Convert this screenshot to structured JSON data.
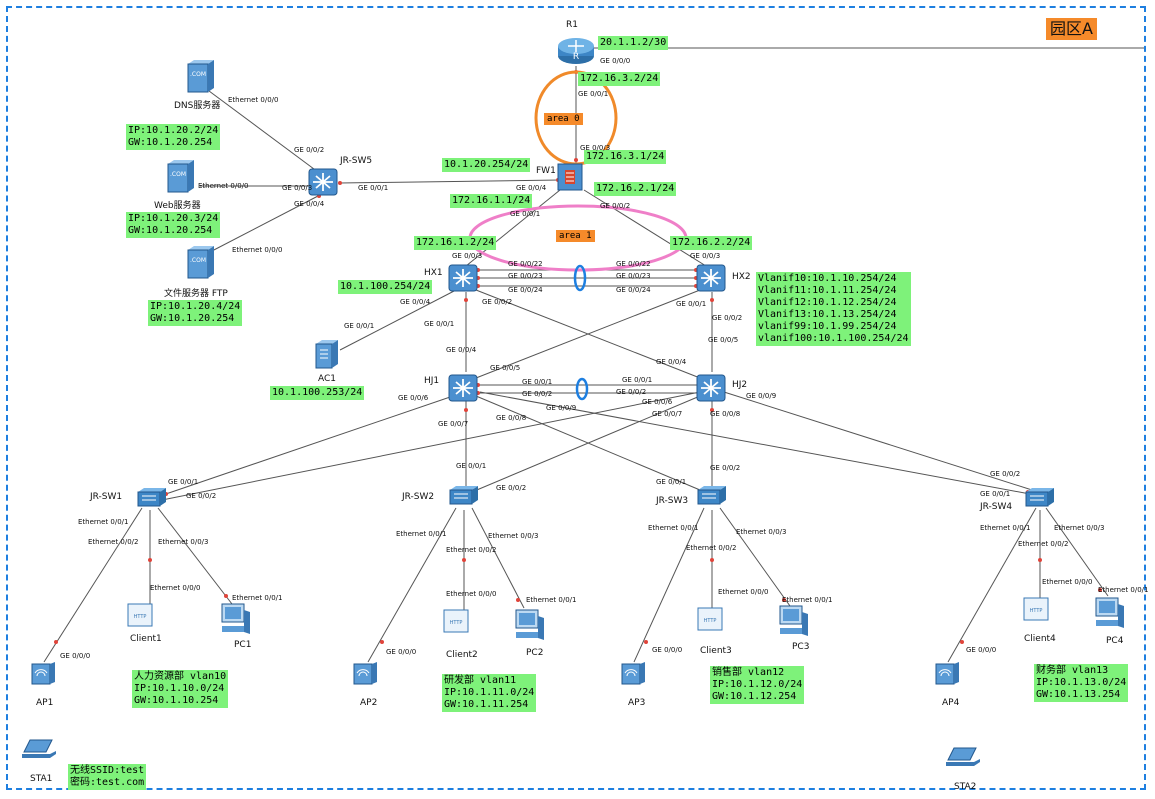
{
  "zone_label": "园区A",
  "colors": {
    "border": "#1e7fe0",
    "ip_bg": "#7ef27a",
    "area0_ring": "#f08a2a",
    "area1_ring": "#ef7fc8",
    "link_bundle": "#1e7fe0"
  },
  "devices": {
    "r1": "R1",
    "fw1": "FW1",
    "hx1": "HX1",
    "hx2": "HX2",
    "hj1": "HJ1",
    "hj2": "HJ2",
    "sw1": "JR-SW1",
    "sw2": "JR-SW2",
    "sw3": "JR-SW3",
    "sw4": "JR-SW4",
    "sw5": "JR-SW5",
    "dns": "DNS服务器",
    "web": "Web服务器",
    "ftp": "文件服务器 FTP",
    "ac1": "AC1",
    "client1": "Client1",
    "client2": "Client2",
    "client3": "Client3",
    "client4": "Client4",
    "pc1": "PC1",
    "pc2": "PC2",
    "pc3": "PC3",
    "pc4": "PC4",
    "ap1": "AP1",
    "ap2": "AP2",
    "ap3": "AP3",
    "ap4": "AP4",
    "sta1": "STA1",
    "sta2": "STA2",
    "server_badge": ".COM"
  },
  "areas": {
    "area0": "area 0",
    "area1": "area 1"
  },
  "ips": {
    "r1_wan": "20.1.1.2/30",
    "r1_lan": "172.16.3.2/24",
    "fw1_up": "172.16.3.1/24",
    "fw1_server": "10.1.20.254/24",
    "fw1_hx1": "172.16.1.1/24",
    "fw1_hx2": "172.16.2.1/24",
    "hx1_up": "172.16.1.2/24",
    "hx2_up": "172.16.2.2/24",
    "hx1_ac": "10.1.100.254/24",
    "ac1": "10.1.100.253/24",
    "dns": "IP:10.1.20.2/24\nGW:10.1.20.254",
    "web": "IP:10.1.20.3/24\nGW:10.1.20.254",
    "ftp": "IP:10.1.20.4/24\nGW:10.1.20.254",
    "vlanif": "Vlanif10:10.1.10.254/24\nVlanif11:10.1.11.254/24\nVlanif12:10.1.12.254/24\nVlanif13:10.1.13.254/24\nvlanif99:10.1.99.254/24\nvlanif100:10.1.100.254/24",
    "dept1": "人力资源部 vlan10\nIP:10.1.10.0/24\nGW:10.1.10.254",
    "dept2": "研发部 vlan11\nIP:10.1.11.0/24\nGW:10.1.11.254",
    "dept3": "销售部 vlan12\nIP:10.1.12.0/24\nGW:10.1.12.254",
    "dept4": "财务部 vlan13\nIP:10.1.13.0/24\nGW:10.1.13.254",
    "wifi": "无线SSID:test\n密码:test.com"
  },
  "ports": {
    "r1_g0": "GE 0/0/0",
    "r1_g1": "GE 0/0/1",
    "fw_g3": "GE 0/0/3",
    "fw_g4": "GE 0/0/4",
    "fw_g1": "GE 0/0/1",
    "fw_g2": "GE 0/0/2",
    "sw5_g1": "GE 0/0/1",
    "sw5_g2": "GE 0/0/2",
    "sw5_g3": "GE 0/0/3",
    "sw5_g4": "GE 0/0/4",
    "dns_e": "Ethernet 0/0/0",
    "web_e": "Ethernet 0/0/0",
    "ftp_e": "Ethernet 0/0/0",
    "hx1_g3": "GE 0/0/3",
    "hx1_g22": "GE 0/0/22",
    "hx1_g23": "GE 0/0/23",
    "hx1_g24": "GE 0/0/24",
    "hx1_g4": "GE 0/0/4",
    "hx1_g2": "GE 0/0/2",
    "hx1_g1": "GE 0/0/1",
    "hx2_g3": "GE 0/0/3",
    "hx2_g22": "GE 0/0/22",
    "hx2_g23": "GE 0/0/23",
    "hx2_g24": "GE 0/0/24",
    "hx2_g1": "GE 0/0/1",
    "hx2_g2": "GE 0/0/2",
    "ac_g1": "GE 0/0/1",
    "hj1_g4": "GE 0/0/4",
    "hj1_g5": "GE 0/0/5",
    "hj1_g1": "GE 0/0/1",
    "hj1_g2": "GE 0/0/2",
    "hj1_g6": "GE 0/0/6",
    "hj1_g7": "GE 0/0/7",
    "hj1_g8": "GE 0/0/8",
    "hj1_g9": "GE 0/0/9",
    "hj2_g4": "GE 0/0/4",
    "hj2_g5": "GE 0/0/5",
    "hj2_g1": "GE 0/0/1",
    "hj2_g2": "GE 0/0/2",
    "hj2_g6": "GE 0/0/6",
    "hj2_g7": "GE 0/0/7",
    "hj2_g8": "GE 0/0/8",
    "hj2_g9": "GE 0/0/9",
    "sw1_g1": "GE 0/0/1",
    "sw1_g2": "GE 0/0/2",
    "sw2_g1": "GE 0/0/1",
    "sw2_g2": "GE 0/0/2",
    "sw3_g1": "GE 0/0/1",
    "sw3_g2": "GE 0/0/2",
    "sw4_g1": "GE 0/0/1",
    "sw4_g2": "GE 0/0/2",
    "e1": "Ethernet 0/0/1",
    "e2": "Ethernet 0/0/2",
    "e3": "Ethernet 0/0/3",
    "e0": "Ethernet 0/0/0",
    "ap_g0": "GE 0/0/0"
  }
}
